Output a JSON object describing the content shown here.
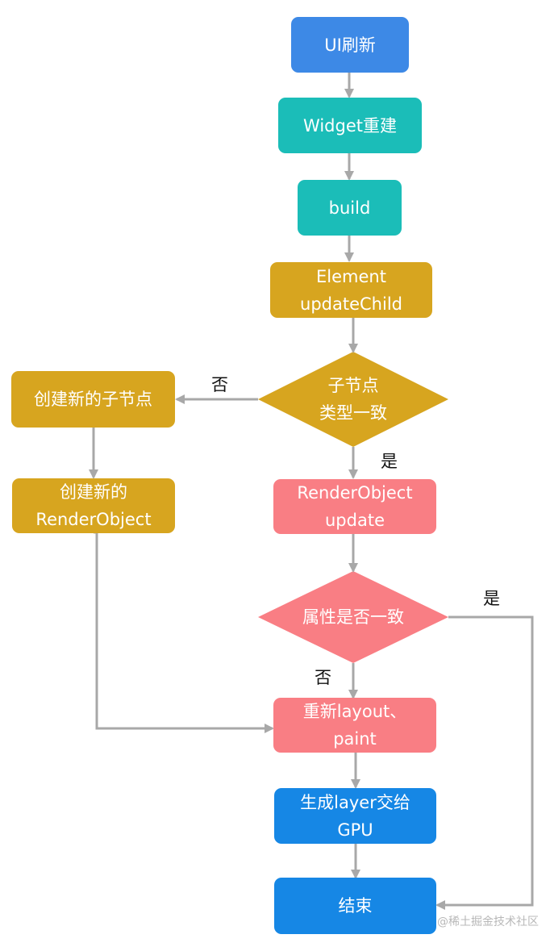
{
  "nodes": {
    "ui_refresh": {
      "label": "UI刷新"
    },
    "widget_rebuild": {
      "label": "Widget重建"
    },
    "build": {
      "label": "build"
    },
    "element_update": {
      "line1": "Element",
      "line2": "updateChild"
    },
    "child_type_decision": {
      "line1": "子节点",
      "line2": "类型一致"
    },
    "create_child": {
      "label": "创建新的子节点"
    },
    "create_renderobject": {
      "line1": "创建新的",
      "line2": "RenderObject"
    },
    "renderobject_update": {
      "line1": "RenderObject",
      "line2": "update"
    },
    "attribute_decision": {
      "label": "属性是否一致"
    },
    "relayout": {
      "line1": "重新layout、",
      "line2": "paint"
    },
    "generate_layer": {
      "line1": "生成layer交给",
      "line2": "GPU"
    },
    "end": {
      "label": "结束"
    }
  },
  "edge_labels": {
    "child_no": "否",
    "child_yes": "是",
    "attribute_yes": "是",
    "attribute_no": "否"
  },
  "watermark": "@稀土掘金技术社区",
  "colors": {
    "blue_light": "#3d89e6",
    "teal": "#1bbdb8",
    "gold": "#d7a51f",
    "pink": "#f97e84",
    "blue": "#1687e5",
    "connector": "#a8a8a8"
  }
}
